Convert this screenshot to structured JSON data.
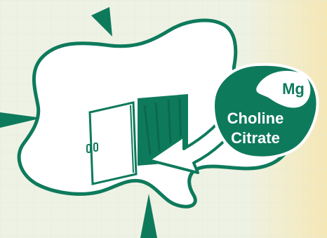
{
  "colors": {
    "background": "#f3f1dc",
    "accent_green": "#0e7a5c",
    "outline_white": "#ffffff",
    "pale_yellow": "#f6e7b5"
  },
  "icons": [
    "decorative-triangle-icon",
    "door-icon",
    "arrow-icon",
    "blob-shape-icon"
  ],
  "labels": {
    "element": "Mg",
    "compound_line1": "Choline",
    "compound_line2": "Citrate"
  }
}
